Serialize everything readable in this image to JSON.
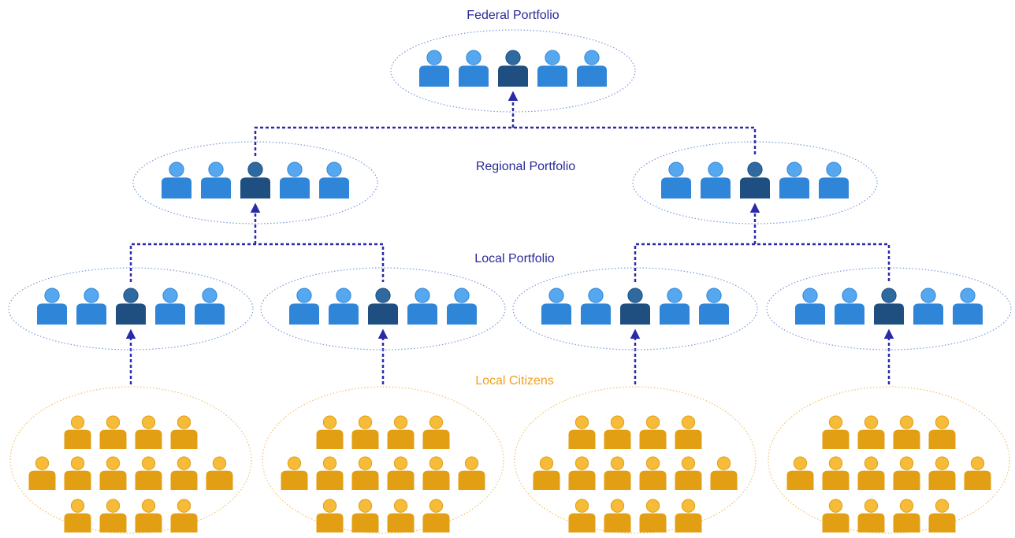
{
  "labels": {
    "federal": "Federal Portfolio",
    "regional": "Regional Portfolio",
    "local": "Local Portfolio",
    "citizens": "Local Citizens"
  },
  "colors": {
    "label_blue": "#2a2a9a",
    "label_orange": "#f0a020",
    "connector": "#2a2aa8",
    "person_blue": "#2f86d8",
    "person_blue_top": "#55a8f0",
    "person_rep": "#1e4f80",
    "person_rep_top": "#2e6aa0",
    "person_orange": "#e29f14",
    "person_orange_top": "#f6bb38",
    "ellipse_blue": "#7a9ad8",
    "ellipse_orange": "#f0c070"
  },
  "groups": {
    "federal_count": 1,
    "regional_count": 2,
    "local_count": 4,
    "citizen_groups": 4,
    "portfolio_members": 5,
    "representative_index": 2,
    "citizen_rows": [
      [
        4,
        6,
        4
      ],
      [
        4,
        6,
        4
      ],
      [
        4,
        6,
        4
      ],
      [
        4,
        6,
        4
      ]
    ]
  }
}
